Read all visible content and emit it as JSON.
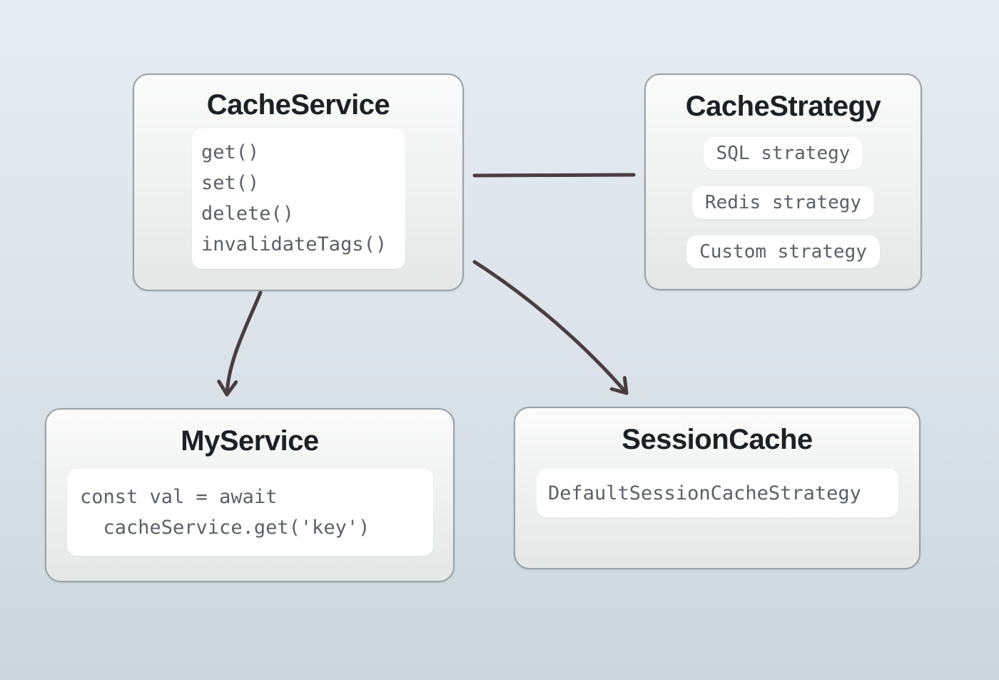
{
  "colors": {
    "bg_top": "#e7ecf1",
    "bg_bottom": "#ccd7de",
    "box_border": "#98a1a7",
    "box_fill_top": "#fafbfa",
    "box_fill_bottom": "#e4e7e6",
    "title_color": "#1d2025",
    "code_color": "#5c6067",
    "arrow_color": "#4a3d41",
    "pill_bg": "#ffffff"
  },
  "diagram": {
    "nodes": {
      "cache_service": {
        "title": "CacheService",
        "methods": [
          "get()",
          "set()",
          "delete()",
          "invalidateTags()"
        ]
      },
      "cache_strategy": {
        "title": "CacheStrategy",
        "strategies": [
          "SQL strategy",
          "Redis strategy",
          "Custom strategy"
        ]
      },
      "my_service": {
        "title": "MyService",
        "code": [
          "const val = await",
          "  cacheService.get('key')"
        ]
      },
      "session_cache": {
        "title": "SessionCache",
        "strategy_label": "DefaultSessionCacheStrategy"
      }
    },
    "edges": [
      {
        "from": "CacheService",
        "to": "CacheStrategy",
        "style": "line"
      },
      {
        "from": "CacheService",
        "to": "MyService",
        "style": "arrow"
      },
      {
        "from": "CacheService",
        "to": "SessionCache",
        "style": "arrow"
      }
    ]
  }
}
